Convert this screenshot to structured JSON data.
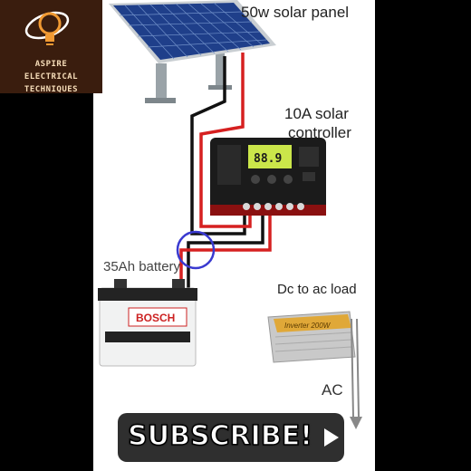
{
  "branding": {
    "logo_line1": "ASPIRE",
    "logo_line2": "ELECTRICAL",
    "logo_line3": "TECHNIQUES"
  },
  "labels": {
    "solar_panel": "50w solar panel",
    "controller_line1": "10A solar",
    "controller_line2": "controller",
    "battery": "35Ah battery",
    "load": "Dc to ac load",
    "ac": "AC"
  },
  "device_text": {
    "battery_brand": "BOSCH",
    "controller_display": "88.9",
    "inverter_name": "Inverter 200W"
  },
  "subscribe": {
    "label": "SUBSCRIBE!"
  },
  "colors": {
    "positive_wire": "#d62020",
    "negative_wire": "#111111",
    "highlight_circle": "#3a3ad0",
    "logo_bg": "#3a1d0e"
  }
}
